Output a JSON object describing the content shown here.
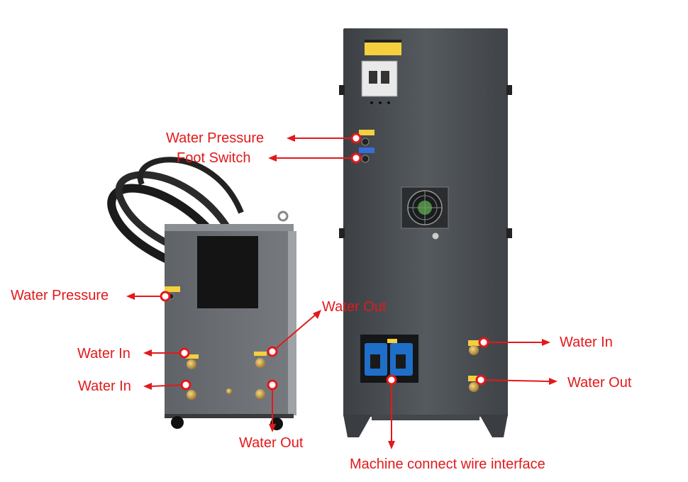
{
  "labels": {
    "tall_water_pressure": "Water Pressure",
    "tall_foot_switch": "Foot Switch",
    "small_water_pressure": "Water Pressure",
    "small_water_out_top": "Water Out",
    "small_water_in_top": "Water In",
    "small_water_in_bottom": "Water In",
    "small_water_out_bottom": "Water Out",
    "tall_water_in": "Water In",
    "tall_water_out": "Water Out",
    "machine_connect": "Machine connect wire interface"
  },
  "colors": {
    "annotation": "#e2191b",
    "cabinet": "#4e5256",
    "small_unit": "#6d7176",
    "connector": "#1f6fc9"
  }
}
